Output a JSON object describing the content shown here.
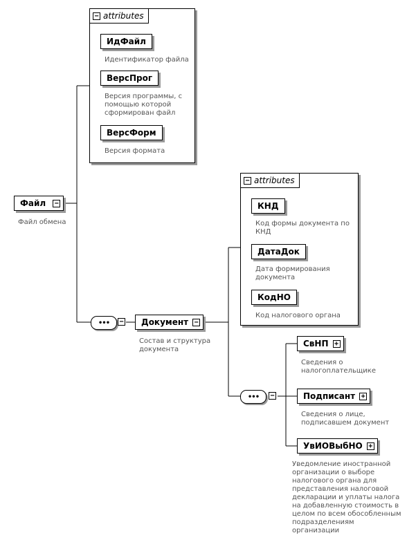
{
  "root": {
    "name": "Файл",
    "desc": "Файл обмена"
  },
  "root_attributes": {
    "title": "attributes",
    "items": [
      {
        "name": "ИдФайл",
        "desc": "Идентификатор файла"
      },
      {
        "name": "ВерсПрог",
        "desc": "Версия программы, с помощью которой сформирован файл"
      },
      {
        "name": "ВерсФорм",
        "desc": "Версия формата"
      }
    ]
  },
  "document": {
    "name": "Документ",
    "desc": "Состав и структура документа"
  },
  "document_attributes": {
    "title": "attributes",
    "items": [
      {
        "name": "КНД",
        "desc": "Код формы документа по КНД"
      },
      {
        "name": "ДатаДок",
        "desc": "Дата формирования документа"
      },
      {
        "name": "КодНО",
        "desc": "Код налогового органа"
      }
    ]
  },
  "document_children": [
    {
      "name": "СвНП",
      "desc": "Сведения о налогоплательщике"
    },
    {
      "name": "Подписант",
      "desc": "Сведения о лице, подписавшем документ"
    },
    {
      "name": "УвИОВыбНО",
      "desc": "Уведомление иностранной организации о выборе налогового органа для представления налоговой декларации и уплаты налога на добавленную стоимость в целом по всем обособленным подразделениям организации"
    }
  ],
  "symbols": {
    "expanded": "−",
    "collapsed": "+",
    "sequence": "•••"
  },
  "colors": {
    "line": "#000000",
    "shadow": "#9a9a9a",
    "desc_text": "#555555"
  }
}
